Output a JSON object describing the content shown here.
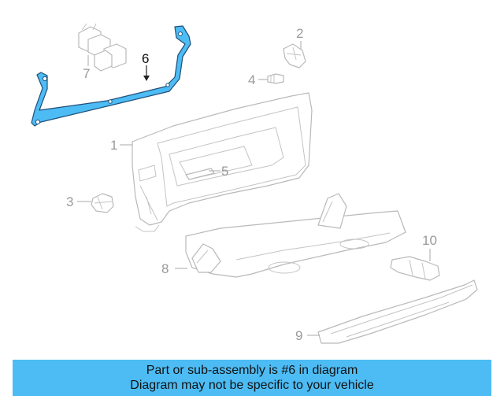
{
  "callouts": {
    "c1": "1",
    "c2": "2",
    "c3": "3",
    "c4": "4",
    "c5": "5",
    "c6": "6",
    "c7": "7",
    "c8": "8",
    "c9": "9",
    "c10": "10"
  },
  "highlight_part": "6",
  "colors": {
    "highlight": "#4dbcf4",
    "banner": "#4dbcf4",
    "part_stroke": "#b9b9b9"
  },
  "banner": {
    "line1": "Part or sub-assembly is #6 in diagram",
    "line2": "Diagram may not be specific to your vehicle"
  }
}
